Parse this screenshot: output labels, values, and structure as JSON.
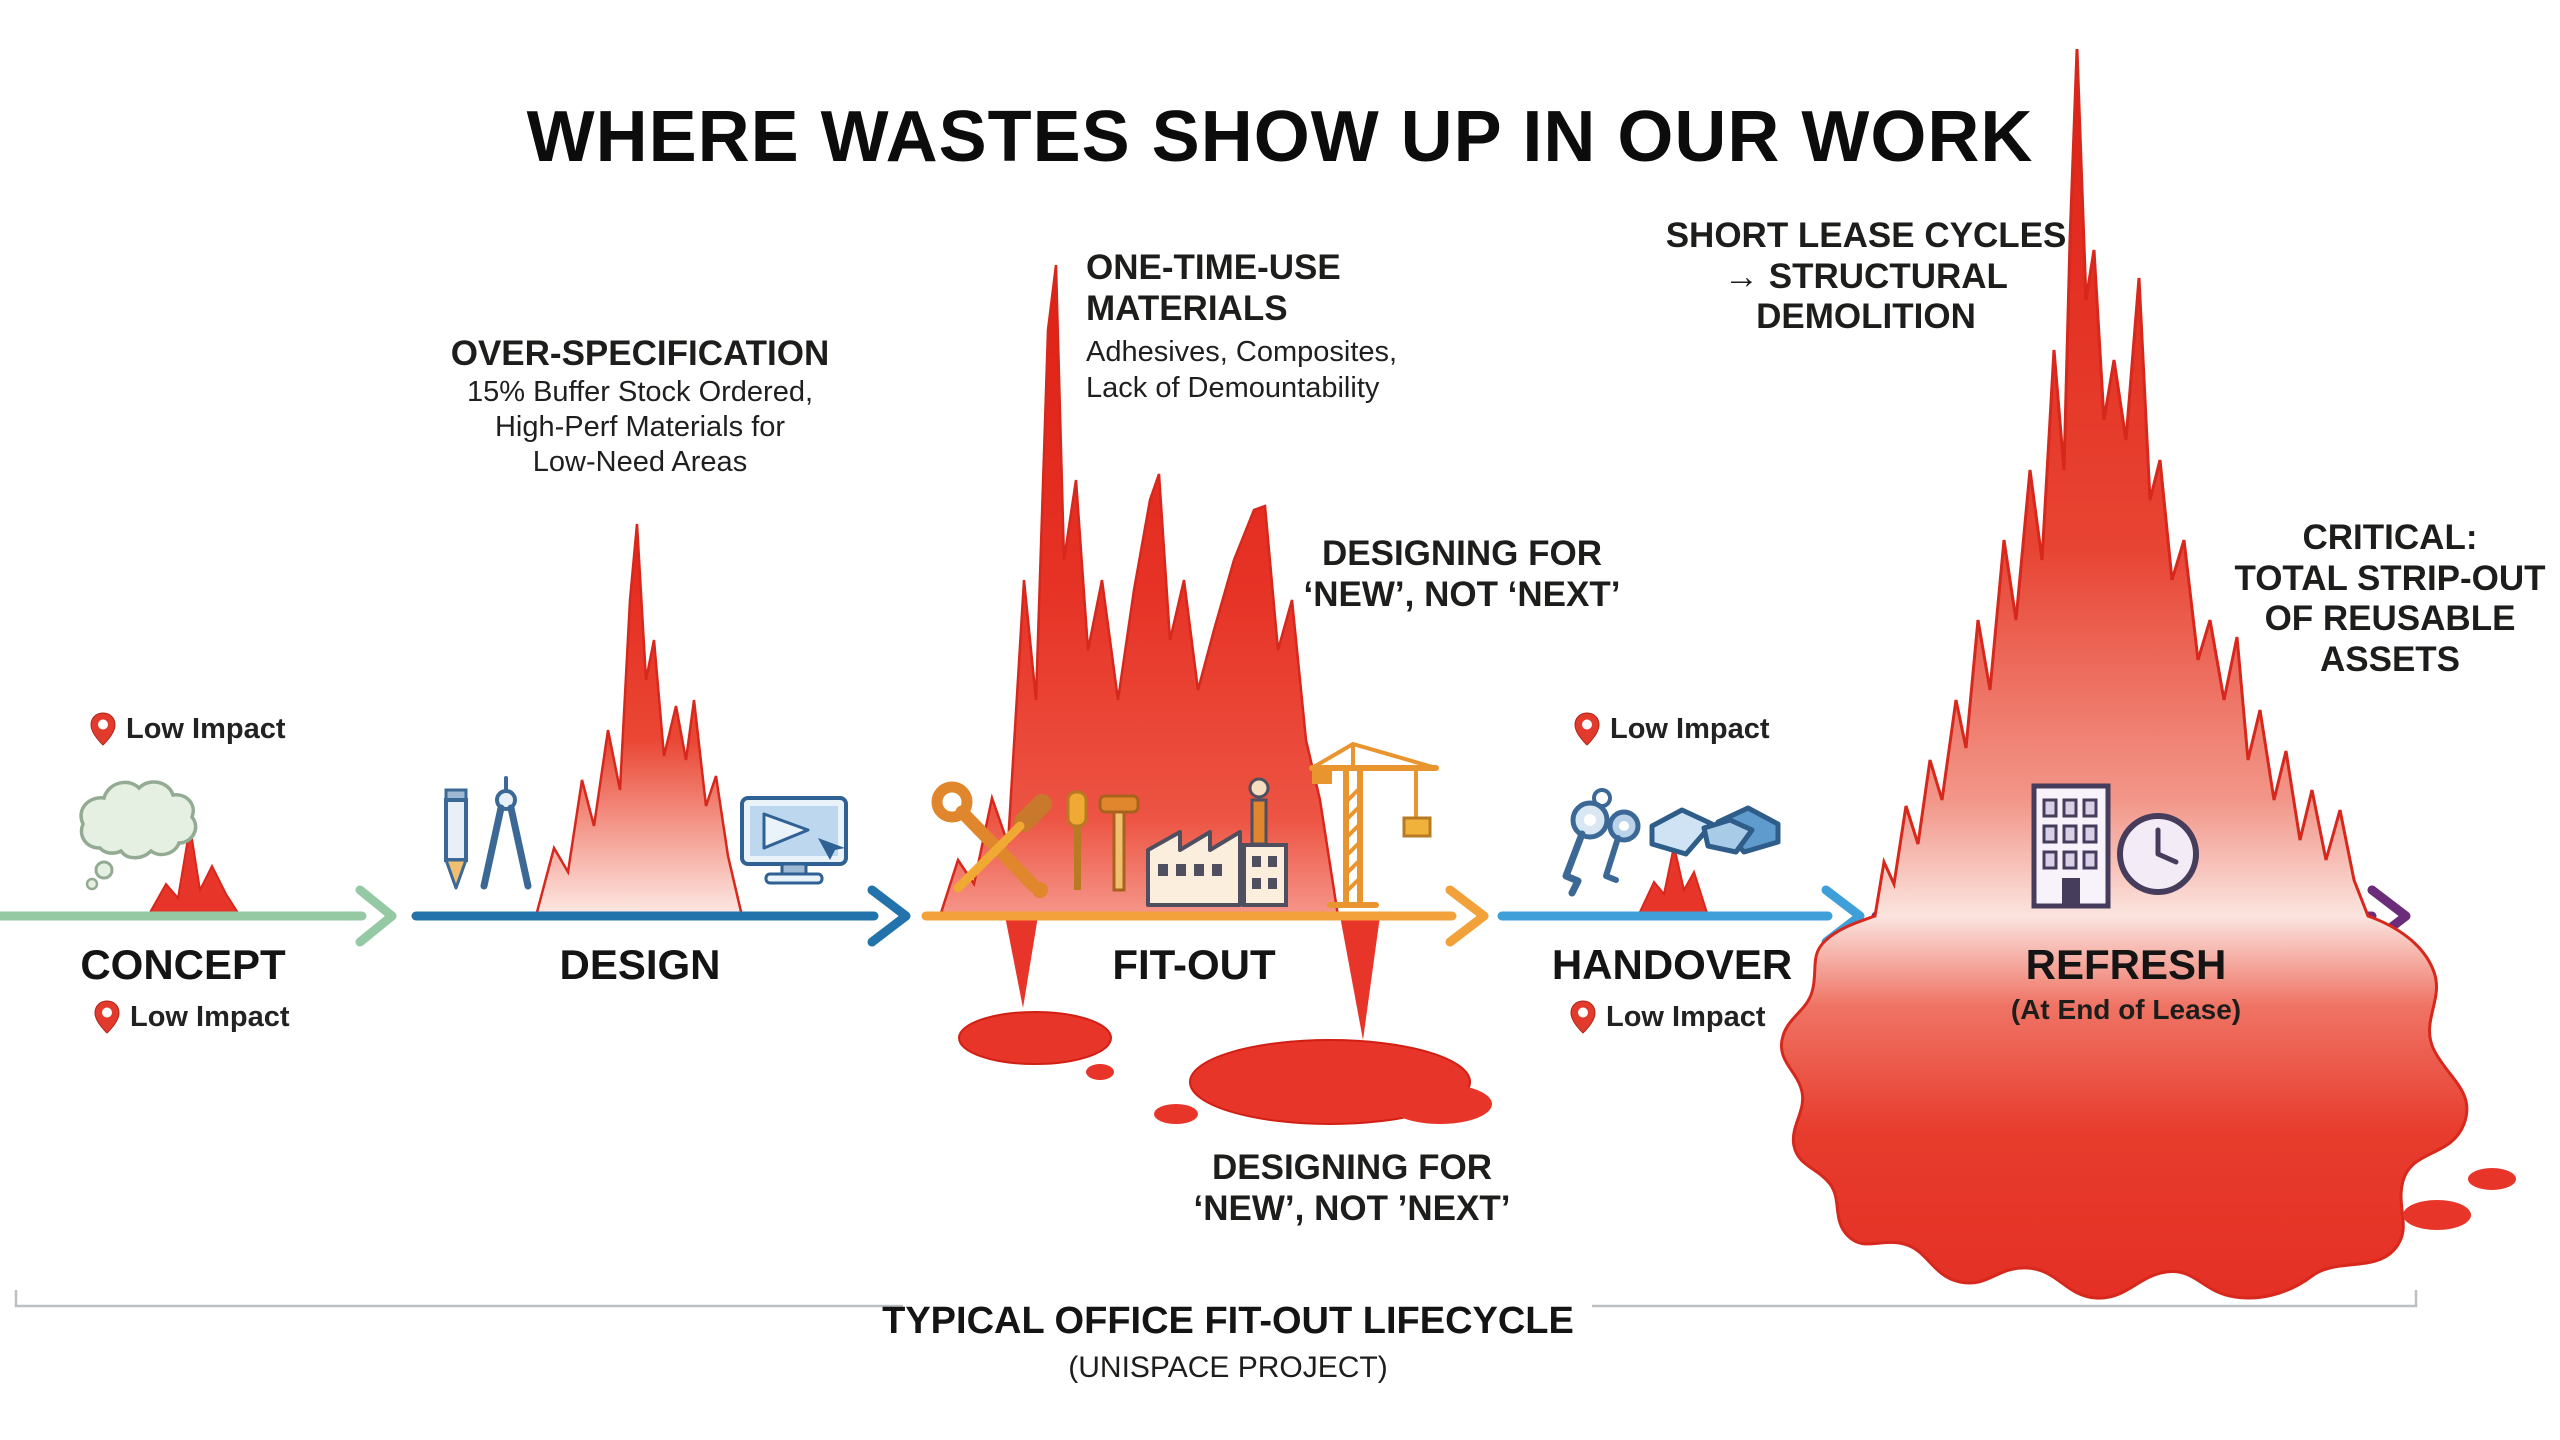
{
  "title": "WHERE WASTES SHOW UP IN OUR WORK",
  "timeline": {
    "stages": [
      {
        "label": "CONCEPT"
      },
      {
        "label": "DESIGN"
      },
      {
        "label": "FIT-OUT"
      },
      {
        "label": "HANDOVER"
      },
      {
        "label": "REFRESH",
        "sublabel": "(At End of Lease)"
      }
    ],
    "arrow_colors": {
      "concept": "#94c9a4",
      "design": "#2273ab",
      "fitout": "#f2a13b",
      "handover": "#3f9fd8",
      "refresh": "#6b2d79"
    }
  },
  "waste_color": "#e8352a",
  "annotations": {
    "low_impact_label": "Low Impact",
    "over_specification": {
      "title": "OVER-SPECIFICATION",
      "line1": "15% Buffer Stock Ordered,",
      "line2": "High-Perf Materials for",
      "line3": "Low-Need Areas"
    },
    "one_time_use": {
      "title_line1": "ONE-TIME-USE",
      "title_line2": "MATERIALS",
      "line1": "Adhesives, Composites,",
      "line2": "Lack of Demountability"
    },
    "designing_for_new_upper": {
      "line1": "DESIGNING FOR",
      "line2": "‘NEW’, NOT ‘NEXT’"
    },
    "short_lease": {
      "line1": "SHORT LEASE CYCLES",
      "line2": "→ STRUCTURAL",
      "line3": "DEMOLITION"
    },
    "critical_strip_out": {
      "line1": "CRITICAL:",
      "line2": "TOTAL STRIP-OUT",
      "line3": "OF REUSABLE",
      "line4": "ASSETS"
    },
    "designing_for_new_lower": {
      "line1": "DESIGNING FOR",
      "line2": "‘NEW’, NOT ’NEXT’"
    }
  },
  "footer": {
    "line1": "TYPICAL OFFICE FIT-OUT LIFECYCLE",
    "line2": "(UNISPACE PROJECT)"
  },
  "icons": {
    "concept": "thought-bubble-icon",
    "design": [
      "drafting-tools-icon",
      "monitor-icon"
    ],
    "fitout": [
      "crossed-tools-icon",
      "hand-tools-icon",
      "factory-icon",
      "crane-icon"
    ],
    "handover": [
      "keys-icon",
      "handshake-icon"
    ],
    "refresh": [
      "building-icon",
      "clock-icon"
    ]
  }
}
